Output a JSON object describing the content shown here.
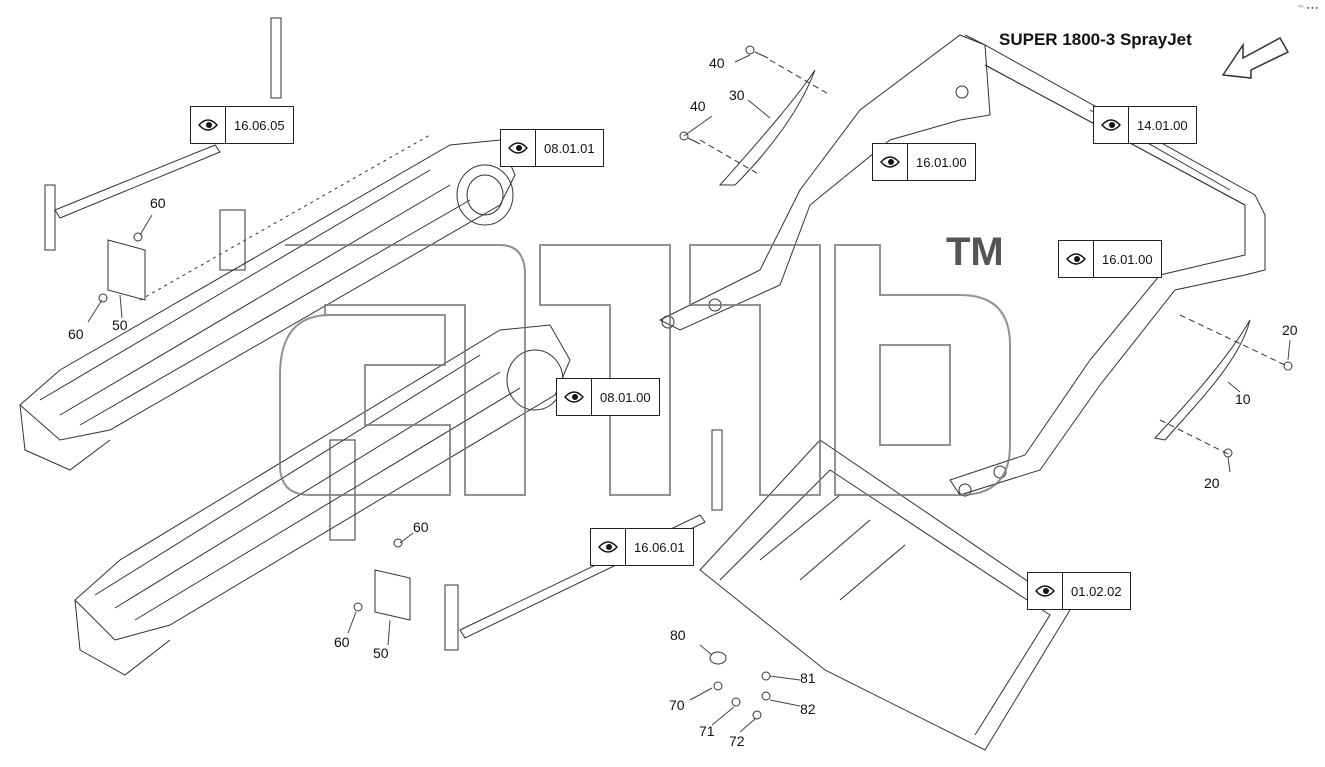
{
  "title": "SUPER 1800-3 SprayJet",
  "corner_mark": "⁰ⁿ ∙∙∙",
  "watermark_tm": "TM",
  "references": [
    {
      "code": "16.06.05",
      "icon": "eye-icon"
    },
    {
      "code": "08.01.01",
      "icon": "eye-icon"
    },
    {
      "code": "08.01.00",
      "icon": "eye-icon"
    },
    {
      "code": "16.06.01",
      "icon": "eye-icon"
    },
    {
      "code": "16.01.00",
      "icon": "eye-icon"
    },
    {
      "code": "14.01.00",
      "icon": "eye-icon"
    },
    {
      "code": "16.01.00",
      "icon": "eye-icon"
    },
    {
      "code": "01.02.02",
      "icon": "eye-icon"
    }
  ],
  "callouts": [
    "40",
    "40",
    "30",
    "60",
    "60",
    "50",
    "60",
    "60",
    "50",
    "20",
    "20",
    "10",
    "80",
    "81",
    "70",
    "82",
    "71",
    "72"
  ]
}
